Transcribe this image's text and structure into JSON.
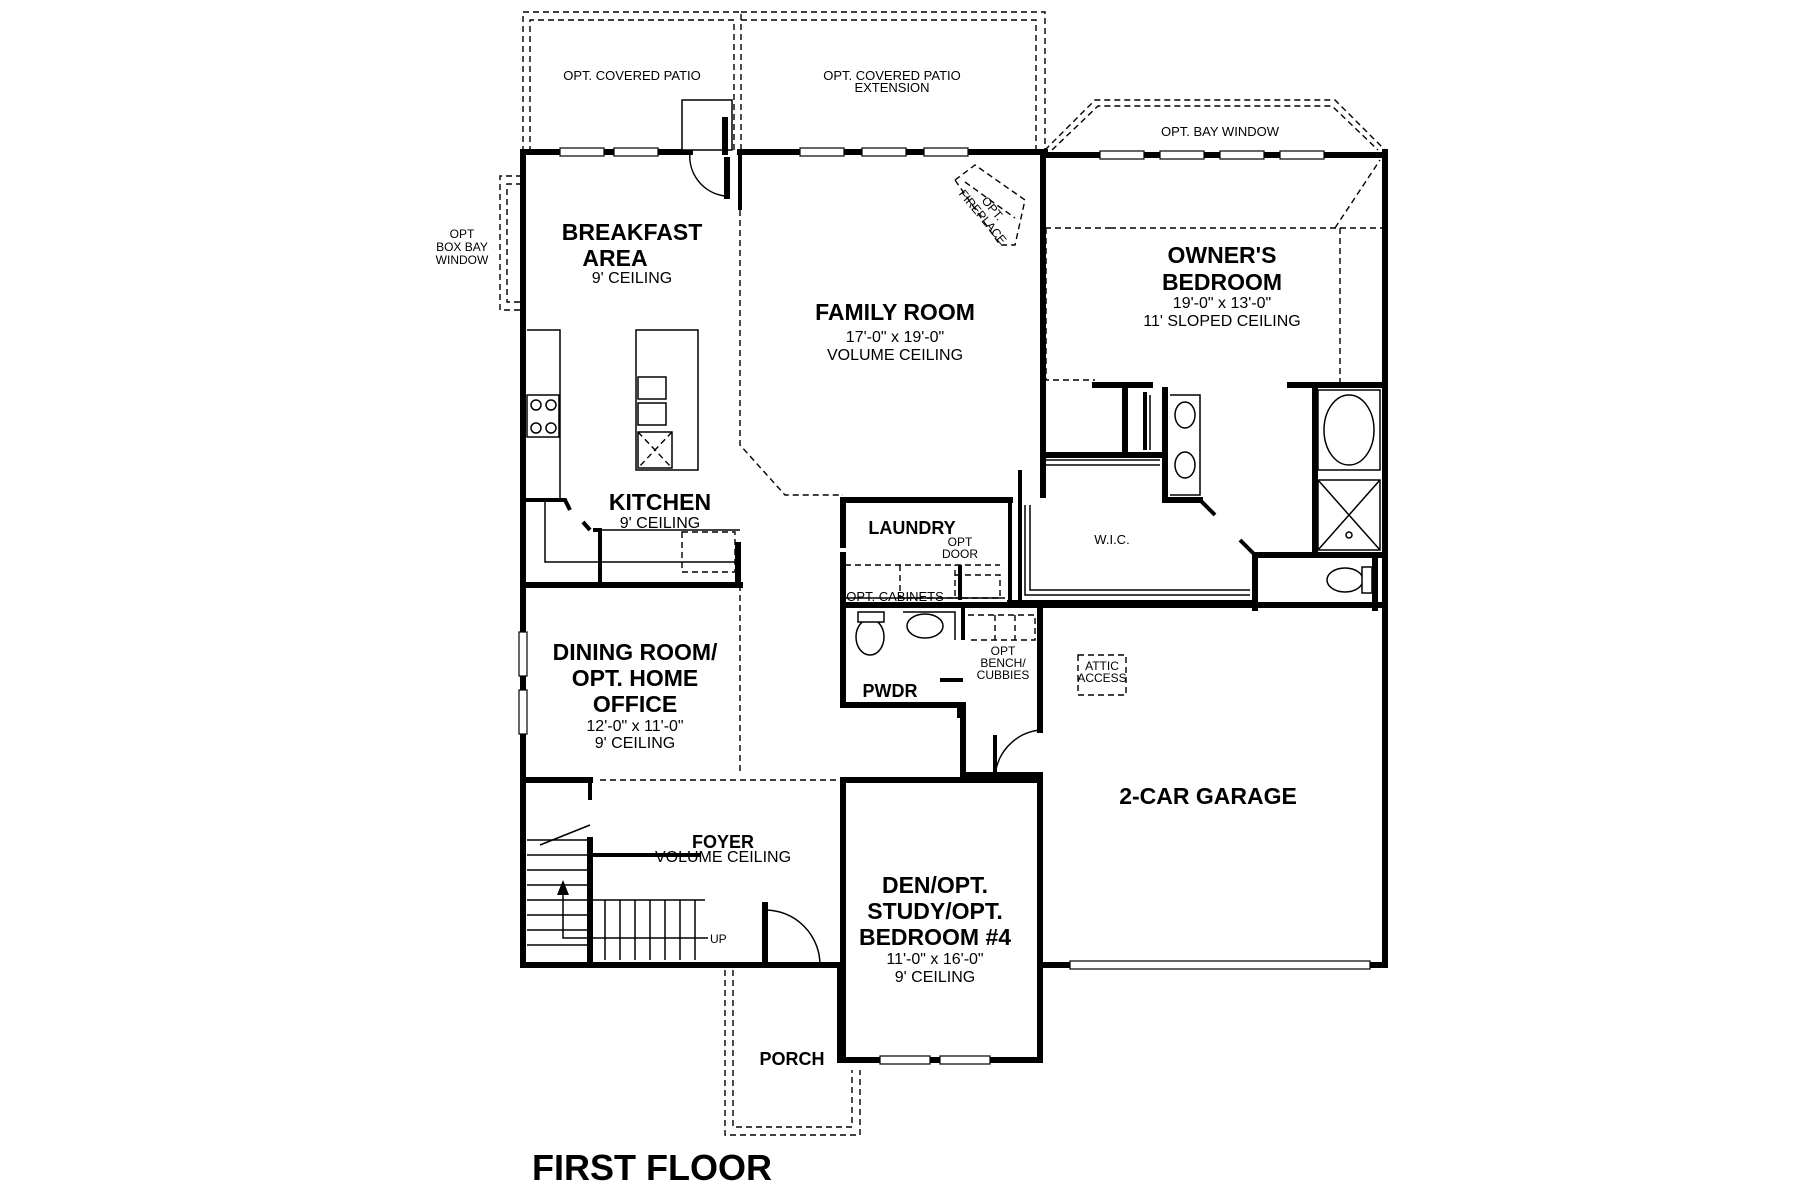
{
  "plan_title": "FIRST FLOOR",
  "options": {
    "covered_patio": "OPT. COVERED PATIO",
    "covered_patio_ext_1": "OPT. COVERED PATIO",
    "covered_patio_ext_2": "EXTENSION",
    "bay_window": "OPT. BAY WINDOW",
    "box_bay_1": "OPT",
    "box_bay_2": "BOX BAY",
    "box_bay_3": "WINDOW",
    "fireplace_1": "OPT.",
    "fireplace_2": "FIREPLACE",
    "door_1": "OPT",
    "door_2": "DOOR",
    "cabinets": "OPT. CABINETS",
    "bench_1": "OPT",
    "bench_2": "BENCH/",
    "bench_3": "CUBBIES",
    "attic_1": "ATTIC",
    "attic_2": "ACCESS",
    "stair_up": "UP"
  },
  "rooms": {
    "breakfast": {
      "line1": "BREAKFAST",
      "line2": "AREA",
      "ceiling": "9' CEILING"
    },
    "family": {
      "name": "FAMILY ROOM",
      "size": "17'-0\" x 19'-0\"",
      "ceiling": "VOLUME CEILING"
    },
    "owners": {
      "line1": "OWNER'S",
      "line2": "BEDROOM",
      "size": "19'-0\" x 13'-0\"",
      "ceiling": "11' SLOPED CEILING"
    },
    "kitchen": {
      "name": "KITCHEN",
      "ceiling": "9' CEILING"
    },
    "laundry": {
      "name": "LAUNDRY"
    },
    "wic": {
      "name": "W.I.C."
    },
    "dining": {
      "line1": "DINING ROOM/",
      "line2": "OPT. HOME",
      "line3": "OFFICE",
      "size": "12'-0\" x 11'-0\"",
      "ceiling": "9' CEILING"
    },
    "pwdr": {
      "name": "PWDR"
    },
    "garage": {
      "name": "2-CAR GARAGE"
    },
    "foyer": {
      "name": "FOYER",
      "ceiling": "VOLUME CEILING"
    },
    "den": {
      "line1": "DEN/OPT.",
      "line2": "STUDY/OPT.",
      "line3": "BEDROOM #4",
      "size": "11'-0\" x 16'-0\"",
      "ceiling": "9' CEILING"
    },
    "porch": {
      "name": "PORCH"
    }
  }
}
